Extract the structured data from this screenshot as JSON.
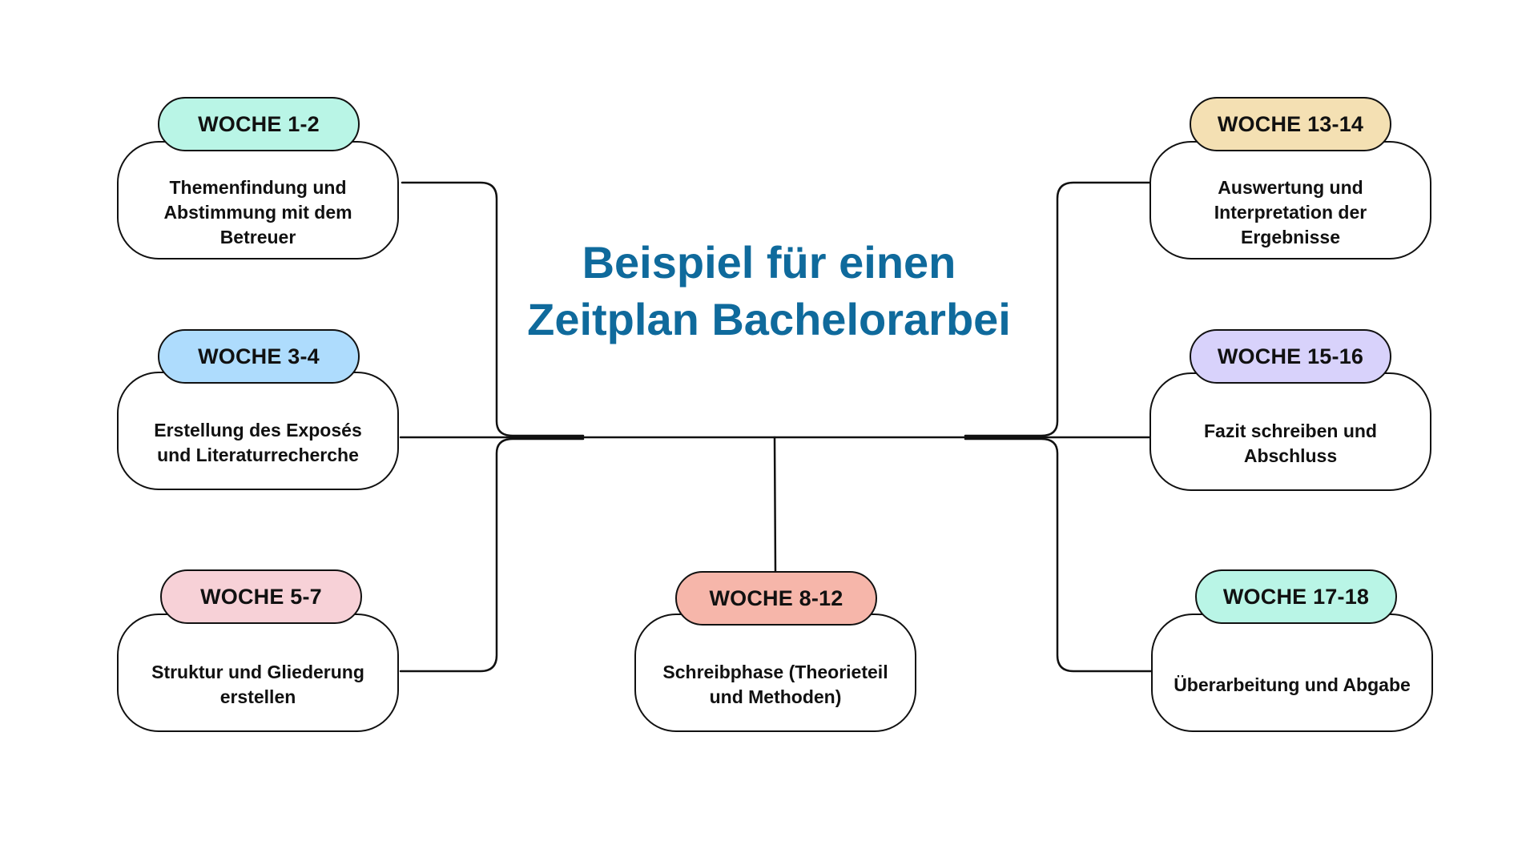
{
  "title": {
    "line1": "Beispiel für einen",
    "line2": "Zeitplan Bachelorarbei"
  },
  "colors": {
    "title": "#0f6a9c",
    "line": "#111111",
    "week_1_2": "#b9f5e6",
    "week_3_4": "#aedcfd",
    "week_5_7": "#f7d1d7",
    "week_8_12": "#f6b6aa",
    "week_13_14": "#f4e0b3",
    "week_15_16": "#d8d2fb",
    "week_17_18": "#b9f5e6"
  },
  "phases": [
    {
      "week": "WOCHE 1-2",
      "task": "Themenfindung und Abstimmung mit dem Betreuer"
    },
    {
      "week": "WOCHE 3-4",
      "task": "Erstellung des Exposés und Literaturrecherche"
    },
    {
      "week": "WOCHE 5-7",
      "task": "Struktur und Gliederung erstellen"
    },
    {
      "week": "WOCHE 8-12",
      "task": "Schreibphase (Theorieteil und Methoden)"
    },
    {
      "week": "WOCHE 13-14",
      "task": "Auswertung und Interpretation der Ergebnisse"
    },
    {
      "week": "WOCHE 15-16",
      "task": "Fazit schreiben und Abschluss"
    },
    {
      "week": "WOCHE 17-18",
      "task": "Überarbeitung und Abgabe"
    }
  ]
}
